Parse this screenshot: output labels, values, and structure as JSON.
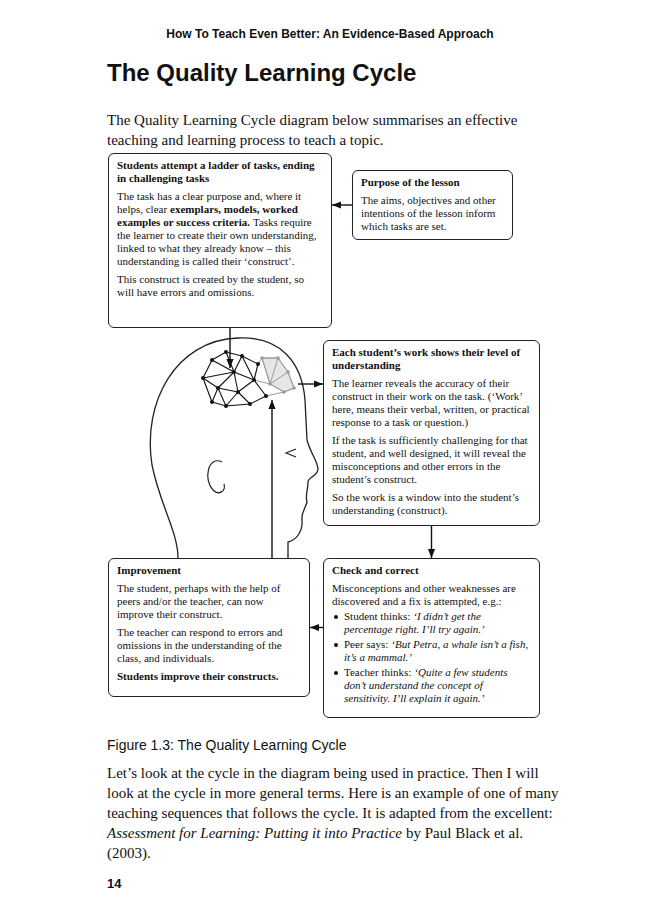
{
  "diagram": {
    "title": "The Quality Learning Cycle",
    "caption": "Figure 1.3: The Quality Learning Cycle",
    "nodes": [
      {
        "text": [
          "Students attempt a ladder of tasks, ending in challenging tasks",
          "The task has a clear purpose and, where it helps, clear",
          "exemplars, models, worked examples or success criteria.",
          "Tasks require the learner to create their own understanding, linked to what they already know – this understanding is called their ‘construct’.",
          "This construct is created by the student, so will have errors and omissions."
        ]
      },
      {
        "text": [
          "Purpose of the lesson",
          "The aims, objectives and other intentions of the lesson inform which tasks are set."
        ]
      },
      {
        "text": [
          "Each student’s work shows their level of understanding",
          "The learner reveals the accuracy of their construct in their work on the task. (‘Work’ here, means their verbal, written, or practical response to a task or question.)",
          "If the task is sufficiently challenging for that student, and well designed, it will reveal the misconceptions and other errors in the student’s construct.",
          "So the work is a window into the student’s understanding (construct)."
        ]
      },
      {
        "text": [
          "Check and correct",
          "Misconceptions and other weaknesses are discovered and a fix is attempted, e.g.:",
          "Student thinks:",
          "‘I didn’t get the percentage right. I’ll try again.’",
          "Peer says:",
          "‘But Petra, a whale isn’t a fish, it’s a mammal.’",
          "Teacher thinks:",
          "‘Quite a few students don’t understand the concept of sensitivity. I’ll explain it again.’"
        ]
      },
      {
        "text": [
          "Improvement",
          "The student, perhaps with the help of peers and/or the teacher, can now improve their construct.",
          "The teacher can respond to errors and omissions in the understanding of the class, and individuals.",
          "Students improve their constructs."
        ]
      }
    ],
    "edges": [
      {
        "from": 1,
        "to": 0,
        "arrow": "to"
      },
      {
        "from": 2,
        "to": 3,
        "arrow": "to"
      },
      {
        "from": 3,
        "to": 4,
        "arrow": "to"
      }
    ],
    "labels": [
      "How To Teach Even Better: An Evidence-Based Approach",
      "The Quality Learning Cycle diagram below summarises an effective teaching and learning process to teach a topic.",
      "Let’s look at the cycle in the diagram being used in practice. Then I will look at the cycle in more general terms. Here is an example of one of many teaching sequences that follows the cycle. It is adapted from the excellent:",
      "Assessment for Learning: Putting it into Practice",
      "by Paul Black et al. (2003).",
      "14"
    ]
  }
}
